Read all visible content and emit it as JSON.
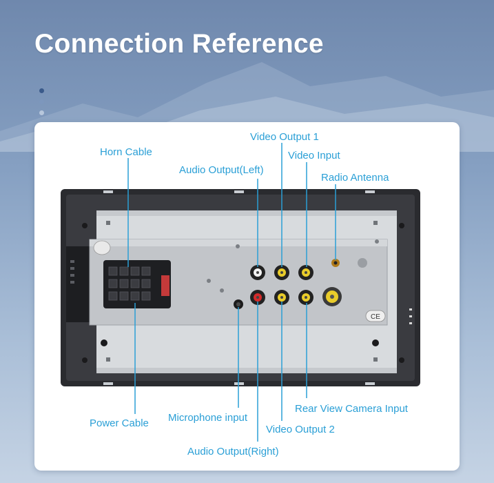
{
  "page": {
    "title": "Connection Reference"
  },
  "colors": {
    "label": "#2a9fd6",
    "background_top": "#6f88ad",
    "background_bottom": "#c5d3e4",
    "dot_active": "#3a5a8a",
    "dot_mid": "#7d97bd",
    "dot_dim": "#b7c7dc",
    "rca_white": "#f2f2f2",
    "rca_red": "#d42b2b",
    "rca_yellow": "#e9cc2a"
  },
  "labels": {
    "horn_cable": "Horn Cable",
    "video_output_1": "Video Output 1",
    "video_input": "Video Input",
    "audio_output_left": "Audio Output(Left)",
    "radio_antenna": "Radio Antenna",
    "power_cable": "Power Cable",
    "microphone_input": "Microphone input",
    "rear_view_camera_input": "Rear View Camera Input",
    "video_output_2": "Video Output 2",
    "audio_output_right": "Audio Output(Right)"
  },
  "device": {
    "ce_mark": "CE"
  }
}
